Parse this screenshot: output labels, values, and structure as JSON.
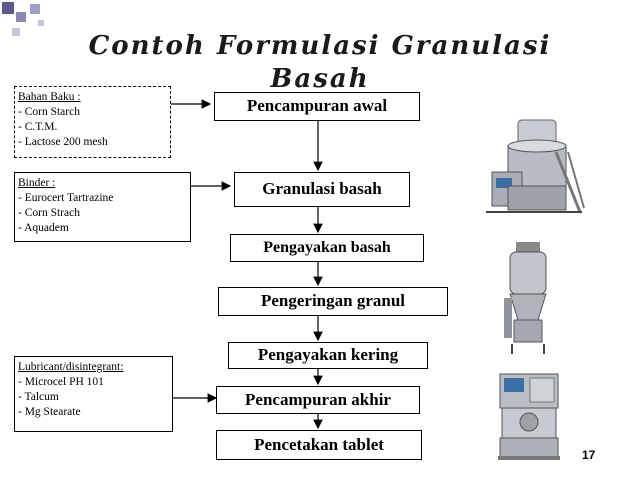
{
  "title": "Contoh Formulasi Granulasi Basah",
  "steps": [
    "Pencampuran awal",
    "Granulasi basah",
    "Pengayakan basah",
    "Pengeringan granul",
    "Pengayakan kering",
    "Pencampuran akhir",
    "Pencetakan tablet"
  ],
  "inputs": {
    "bahan_baku": {
      "heading": "Bahan Baku :",
      "items": [
        "- Corn Starch",
        "- C.T.M.",
        "- Lactose 200 mesh"
      ]
    },
    "binder": {
      "heading": "Binder :",
      "items": [
        "- Eurocert Tartrazine",
        "- Corn Strach",
        "- Aquadem"
      ]
    },
    "lubricant": {
      "heading": "Lubricant/disintegrant:",
      "items": [
        "- Microcel PH 101",
        "- Talcum",
        "- Mg Stearate"
      ]
    }
  },
  "page_number": "17",
  "colors": {
    "deco_squares": "#5a5a8c",
    "machine_body": "#b8bcc4",
    "machine_panel": "#3a6ea5"
  },
  "images": [
    "mixer-granulator-icon",
    "fluid-bed-dryer-icon",
    "tablet-press-icon"
  ]
}
